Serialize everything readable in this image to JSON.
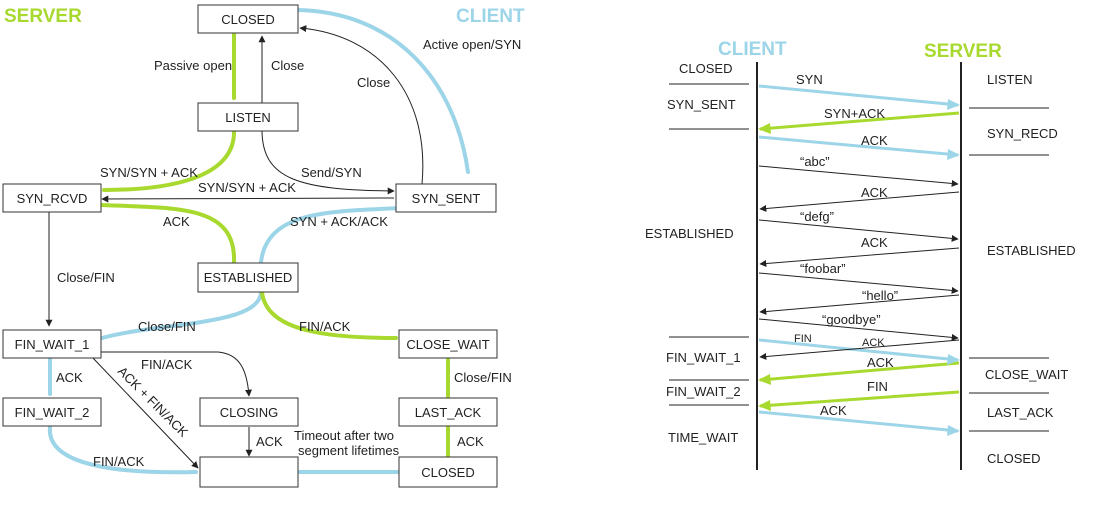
{
  "colors": {
    "server": "#a8d92e",
    "client": "#9cd4e8",
    "line": "#222222"
  },
  "state_diagram": {
    "server_title": "SERVER",
    "client_title": "CLIENT",
    "states": {
      "closed_top": "CLOSED",
      "listen": "LISTEN",
      "syn_rcvd": "SYN_RCVD",
      "syn_sent": "SYN_SENT",
      "established": "ESTABLISHED",
      "fin_wait_1": "FIN_WAIT_1",
      "fin_wait_2": "FIN_WAIT_2",
      "closing": "CLOSING",
      "time_wait": "",
      "close_wait": "CLOSE_WAIT",
      "last_ack": "LAST_ACK",
      "closed_bottom": "CLOSED"
    },
    "transitions": {
      "passive_open": "Passive open",
      "close_listen": "Close",
      "close_synsent": "Close",
      "active_open": "Active open/SYN",
      "listen_synrcvd": "SYN/SYN + ACK",
      "send_syn": "Send/SYN",
      "simultaneous_open": "SYN/SYN + ACK",
      "ack_synrcvd": "ACK",
      "synsent_est": "SYN + ACK/ACK",
      "close_fin_synrcvd": "Close/FIN",
      "close_fin_est": "Close/FIN",
      "fin_ack_est": "FIN/ACK",
      "fin_ack_fw1": "FIN/ACK",
      "ack_fw1": "ACK",
      "ack_fin_ack": "ACK + FIN/ACK",
      "ack_closing": "ACK",
      "fin_ack_fw2": "FIN/ACK",
      "close_fin_cw": "Close/FIN",
      "ack_lastack": "ACK",
      "timeout_line1": "Timeout after two",
      "timeout_line2": "segment lifetimes"
    }
  },
  "sequence": {
    "client_title": "CLIENT",
    "server_title": "SERVER",
    "client_states": {
      "closed": "CLOSED",
      "syn_sent": "SYN_SENT",
      "established": "ESTABLISHED",
      "fin_wait_1": "FIN_WAIT_1",
      "fin_wait_2": "FIN_WAIT_2",
      "time_wait": "TIME_WAIT"
    },
    "server_states": {
      "listen": "LISTEN",
      "syn_recd": "SYN_RECD",
      "established": "ESTABLISHED",
      "close_wait": "CLOSE_WAIT",
      "last_ack": "LAST_ACK",
      "closed": "CLOSED"
    },
    "messages": {
      "syn": "SYN",
      "syn_ack": "SYN+ACK",
      "ack1": "ACK",
      "abc": "“abc”",
      "ack2": "ACK",
      "defg": "“defg”",
      "ack3": "ACK",
      "foobar": "“foobar”",
      "hello": "“hello”",
      "goodbye": "“goodbye”",
      "fin_client": "FIN",
      "ack_small": "ACK",
      "ack_server": "ACK",
      "fin_server": "FIN",
      "ack_final": "ACK"
    }
  }
}
